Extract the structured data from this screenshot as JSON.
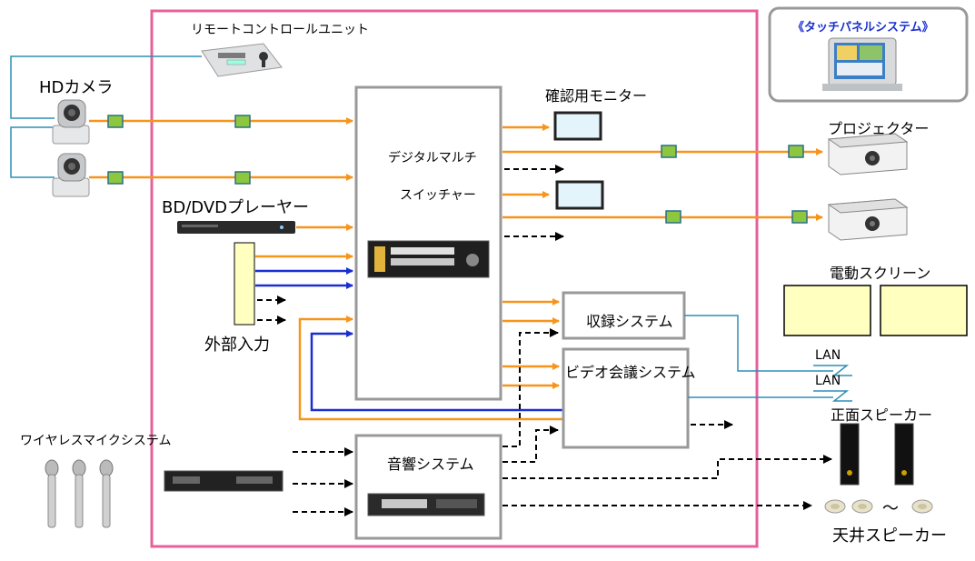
{
  "labels": {
    "remote_control_unit": "リモートコントロールユニット",
    "hd_camera": "HDカメラ",
    "bd_dvd_player": "BD/DVDプレーヤー",
    "external_input": "外部入力",
    "wireless_mic_system": "ワイヤレスマイクシステム",
    "digital_multi_switcher_line1": "デジタルマルチ",
    "digital_multi_switcher_line2": "スイッチャー",
    "confirmation_monitor": "確認用モニター",
    "projector": "プロジェクター",
    "electric_screen": "電動スクリーン",
    "recording_system": "収録システム",
    "video_conference_system": "ビデオ会議システム",
    "lan_1": "LAN",
    "lan_2": "LAN",
    "front_speaker": "正面スピーカー",
    "audio_system": "音響システム",
    "ceiling_speaker": "天井スピーカー",
    "touch_panel_system": "《タッチパネルシステム》",
    "ceiling_tilde": "～"
  },
  "colors": {
    "room_border": "#e8609a",
    "orange_line": "#f7941d",
    "blue_line": "#1a2fd1",
    "teal_line": "#2e8fb5",
    "green_node": "#8dc63f",
    "screen_fill": "#ffffc0",
    "monitor_fill": "#e4f4fb",
    "box_border": "#999999"
  },
  "icons": {
    "camera": "ptz-camera-icon",
    "remote": "remote-controller-icon",
    "player": "bd-player-icon",
    "projector": "projector-icon",
    "speaker": "speaker-icon",
    "ceiling": "ceiling-speaker-icon",
    "microphone": "microphone-icon",
    "touch_panel": "touch-panel-icon"
  }
}
